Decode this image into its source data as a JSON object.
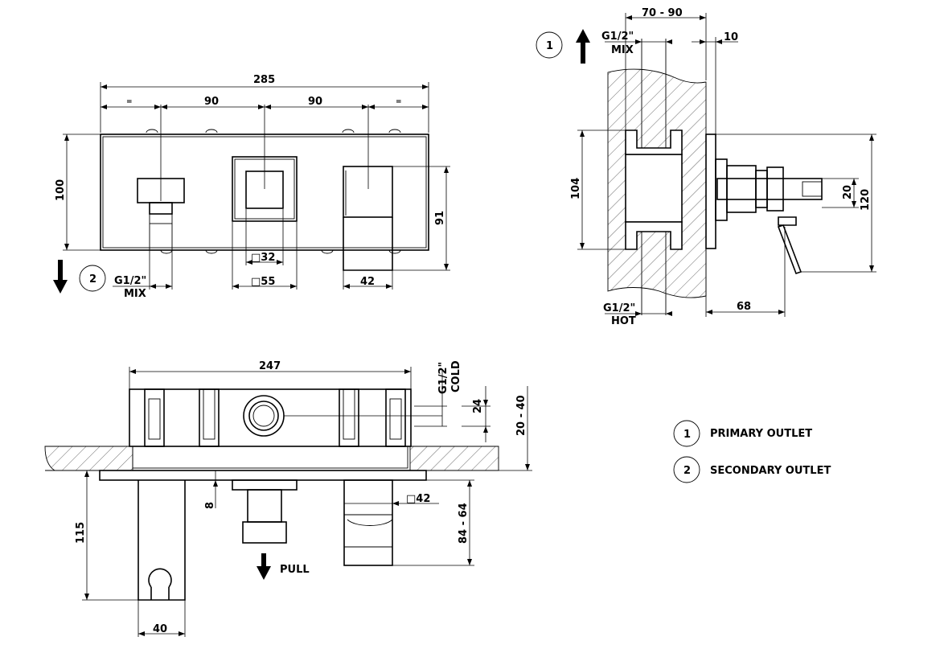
{
  "front_view": {
    "overall_width": "285",
    "spacing_left": "90",
    "spacing_right": "90",
    "equal_left": "=",
    "equal_right": "=",
    "height": "100",
    "valve_height": "91",
    "square_inner": "□32",
    "square_outer": "□55",
    "spout_width": "42",
    "outlet_thread": "G1/2\"",
    "outlet_type": "MIX",
    "outlet_number": "2"
  },
  "side_view": {
    "wall_depth": "70 - 90",
    "plate_thickness": "10",
    "top_thread": "G1/2\"",
    "top_type": "MIX",
    "body_height": "104",
    "handle_offset": "20",
    "overall_height": "120",
    "projection": "68",
    "bottom_thread": "G1/2\"",
    "bottom_type": "HOT",
    "outlet_number": "1"
  },
  "plan_view": {
    "body_width": "247",
    "cold_thread": "G1/2\"",
    "cold_type": "COLD",
    "inlet_size": "24",
    "wall_range": "20 - 40",
    "plate_gap": "8",
    "bracket_height": "115",
    "bracket_width": "40",
    "spout_square": "□42",
    "spout_projection": "84 - 64",
    "pull_label": "PULL"
  },
  "legend": {
    "items": [
      {
        "number": "1",
        "label": "PRIMARY OUTLET"
      },
      {
        "number": "2",
        "label": "SECONDARY OUTLET"
      }
    ]
  }
}
